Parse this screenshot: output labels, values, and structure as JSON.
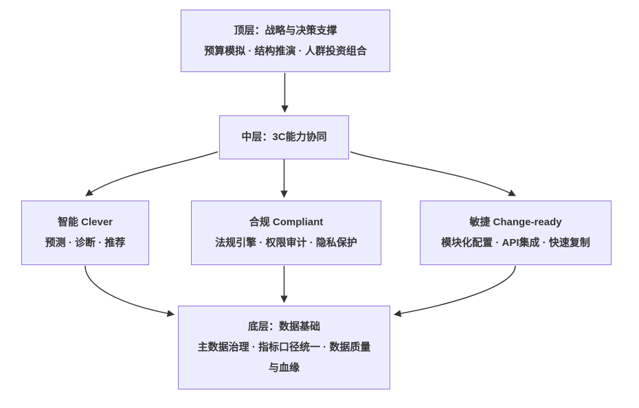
{
  "diagram": {
    "type": "flowchart-top-down",
    "colors": {
      "background": "#ffffff",
      "node_fill": "#ECECFF",
      "node_border": "#9370DB",
      "edge_color": "#333333",
      "text_color": "#333333"
    },
    "nodes": [
      {
        "id": "top",
        "title": "顶层：战略与决策支撑",
        "subtitle": "预算模拟 · 结构推演 · 人群投资组合"
      },
      {
        "id": "mid",
        "title": "中层：3C能力协同",
        "subtitle": ""
      },
      {
        "id": "clever",
        "title": "智能 Clever",
        "subtitle": "预测 · 诊断 · 推荐"
      },
      {
        "id": "compliant",
        "title": "合规 Compliant",
        "subtitle": "法规引擎 · 权限审计 · 隐私保护"
      },
      {
        "id": "changeready",
        "title": "敏捷 Change-ready",
        "subtitle": "模块化配置 · API集成 · 快速复制"
      },
      {
        "id": "bottom",
        "title": "底层：数据基础",
        "subtitle": "主数据治理 · 指标口径统一 · 数据质量与血缘"
      }
    ],
    "edges": [
      {
        "from": "top",
        "to": "mid"
      },
      {
        "from": "mid",
        "to": "clever"
      },
      {
        "from": "mid",
        "to": "compliant"
      },
      {
        "from": "mid",
        "to": "changeready"
      },
      {
        "from": "clever",
        "to": "bottom"
      },
      {
        "from": "compliant",
        "to": "bottom"
      },
      {
        "from": "changeready",
        "to": "bottom"
      }
    ]
  }
}
